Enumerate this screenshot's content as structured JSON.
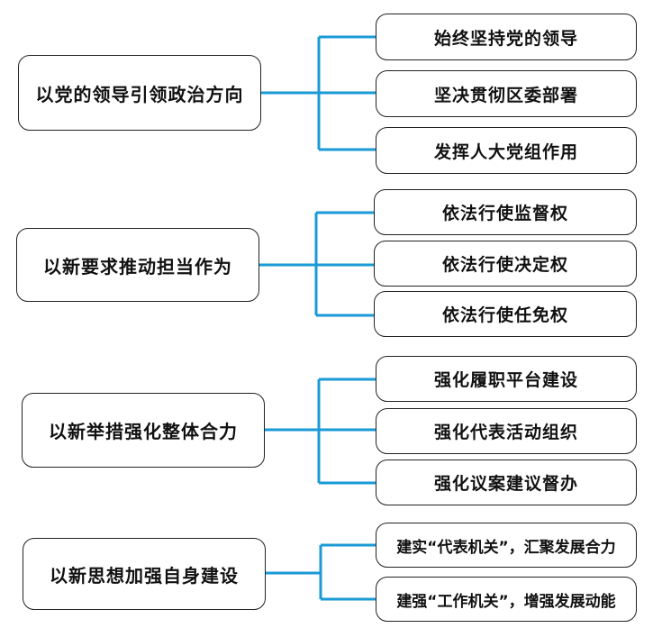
{
  "line_color": "#1a9ad6",
  "groups": [
    {
      "title": "以党的领导引领政治方向",
      "items": [
        "始终坚持党的领导",
        "坚决贯彻区委部署",
        "发挥人大党组作用"
      ]
    },
    {
      "title": "以新要求推动担当作为",
      "items": [
        "依法行使监督权",
        "依法行使决定权",
        "依法行使任免权"
      ]
    },
    {
      "title": "以新举措强化整体合力",
      "items": [
        "强化履职平台建设",
        "强化代表活动组织",
        "强化议案建议督办"
      ]
    },
    {
      "title": "以新思想加强自身建设",
      "items": [
        "建实“代表机关”，汇聚发展合力",
        "建强“工作机关”，增强发展动能"
      ]
    }
  ]
}
